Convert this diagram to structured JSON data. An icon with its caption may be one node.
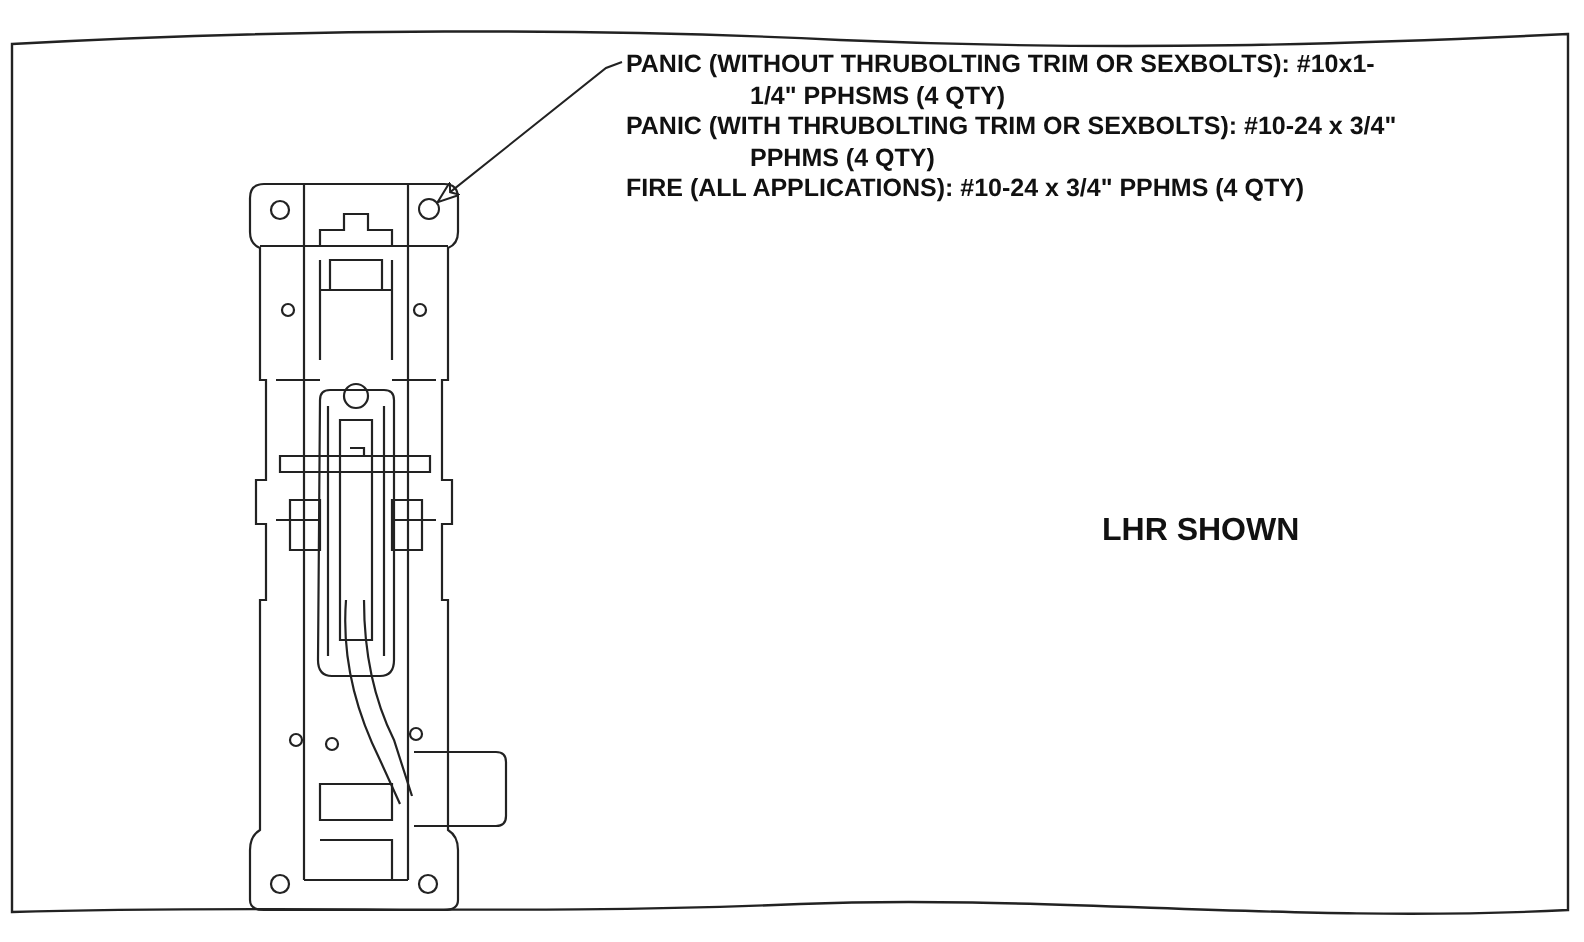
{
  "diagram": {
    "nodes": [
      {
        "text": [
          "PANIC (WITHOUT THRUBOLTING TRIM OR SEXBOLTS):  #10x1-1/4\" PPHSMS (4 QTY)",
          "PANIC (WITH THRUBOLTING TRIM OR SEXBOLTS):  #10-24 x 3/4\" PPHMS (4 QTY)",
          "FIRE (ALL APPLICATIONS): #10-24 x 3/4\" PPHMS (4 QTY)"
        ]
      },
      {
        "text": [],
        "shape": "circle"
      }
    ],
    "edges": [
      {
        "from": 0,
        "to": 1,
        "arrow": "to"
      }
    ],
    "labels": [
      "LHR SHOWN"
    ]
  }
}
